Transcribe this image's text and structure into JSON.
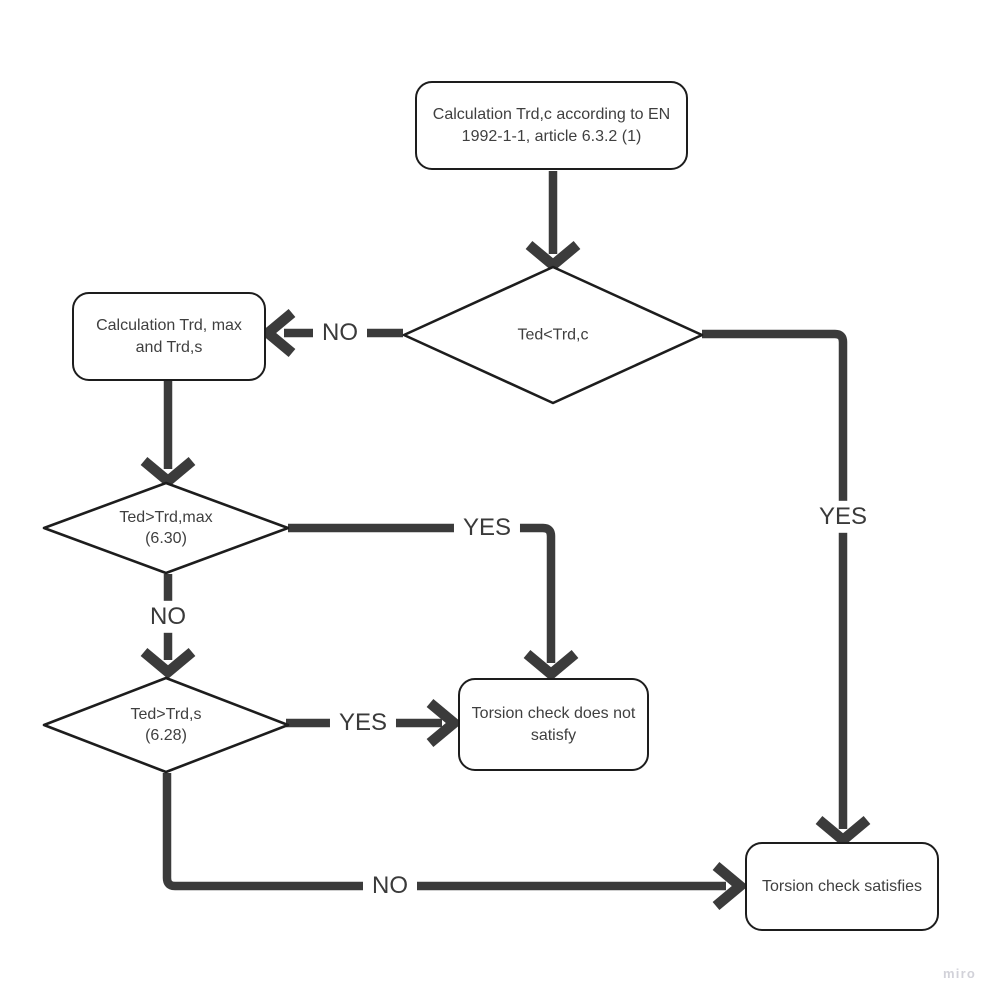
{
  "app": {
    "watermark": "miro"
  },
  "colors": {
    "line": "#3b3b3b",
    "node_border": "#1d1d1d",
    "node_fill": "#ffffff",
    "text": "#3f3f3f",
    "watermark": "#d2d2d9"
  },
  "diagram": {
    "nodes": [
      {
        "id": "calc-trdc",
        "type": "process",
        "label": "Calculation Trd,c according to EN 1992-1-1, article 6.3.2 (1)"
      },
      {
        "id": "check-ted-lt-trdc",
        "type": "decision",
        "label": "Ted<Trd,c"
      },
      {
        "id": "calc-trdmax-trds",
        "type": "process",
        "label": "Calculation Trd, max and Trd,s"
      },
      {
        "id": "check-ted-gt-trdmax",
        "type": "decision",
        "label": "Ted>Trd,max",
        "sublabel": "(6.30)"
      },
      {
        "id": "check-ted-gt-trds",
        "type": "decision",
        "label": "Ted>Trd,s",
        "sublabel": "(6.28)"
      },
      {
        "id": "torsion-not-satisfy",
        "type": "process",
        "label": "Torsion check does not satisfy"
      },
      {
        "id": "torsion-satisfies",
        "type": "process",
        "label": "Torsion check satisfies"
      }
    ],
    "edge_labels": [
      {
        "id": "no-trdc-to-calc",
        "label": "NO"
      },
      {
        "id": "yes-trdc-to-satisfies",
        "label": "YES"
      },
      {
        "id": "yes-trdmax-to-not-satisfy",
        "label": "YES"
      },
      {
        "id": "no-trdmax-to-trds",
        "label": "NO"
      },
      {
        "id": "yes-trds-to-not-satisfy",
        "label": "YES"
      },
      {
        "id": "no-trds-to-satisfies",
        "label": "NO"
      }
    ]
  }
}
